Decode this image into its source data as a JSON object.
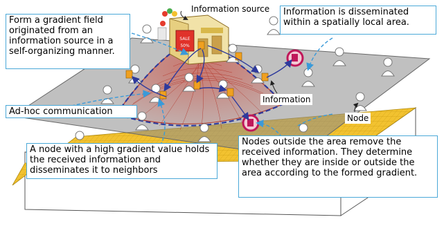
{
  "labels": {
    "information_source": "Information source",
    "gradient_field": "Form a gradient field originated from an information source in a self-organizing manner.",
    "local_area": "Information is disseminated within a spatially local area.",
    "ad_hoc": "Ad-hoc communication",
    "information": "Information",
    "node": "Node",
    "high_gradient": "A node with a high gradient value holds the received information and disseminates it to neighbors",
    "outside_nodes": "Nodes outside the area remove the received information. They determine whether they are inside or outside the area according to the formed gradient."
  },
  "store_sign": {
    "sale": "SALE",
    "discount": "50%"
  },
  "colors": {
    "callout_border": "#4aa8d8",
    "gradient_mesh": "#c0392b",
    "ground_yellow": "#e8b820",
    "plane_gray": "#9a9a9a",
    "arrow_blue": "#2e3a9c",
    "dashed_arrow": "#3a9ad9",
    "removed_info": "#c0185a",
    "info_doc": "#f0a020"
  }
}
